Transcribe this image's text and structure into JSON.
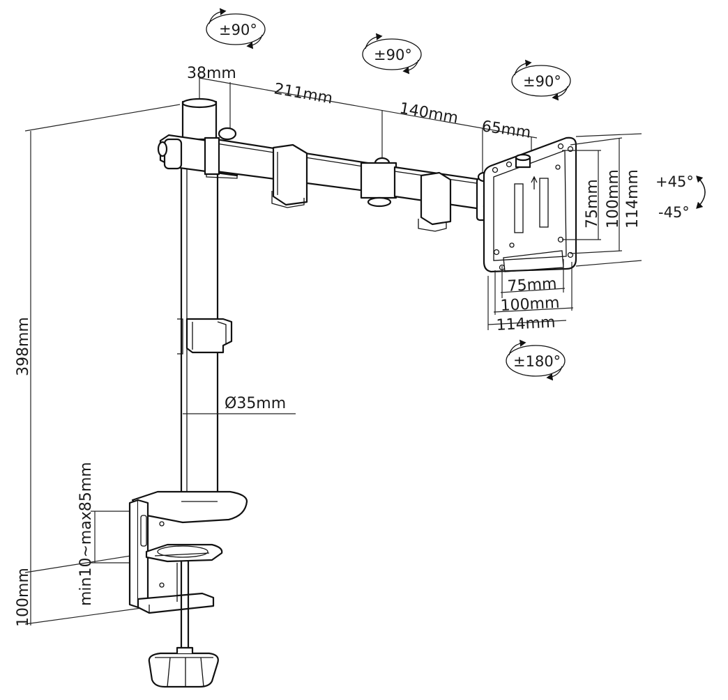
{
  "colors": {
    "line": "#111111",
    "background": "#ffffff"
  },
  "labels": {
    "rot_top_pole": "±90°",
    "rot_arm_joint": "±90°",
    "rot_head": "±90°",
    "rot_plate": "±180°",
    "tilt_up": "+45°",
    "tilt_down": "-45°",
    "dim_pole_top": "38mm",
    "dim_arm1": "211mm",
    "dim_arm2": "140mm",
    "dim_head": "65mm",
    "vesa_v_75": "75mm",
    "vesa_v_100": "100mm",
    "vesa_v_114": "114mm",
    "vesa_h_75": "75mm",
    "vesa_h_100": "100mm",
    "vesa_h_114": "114mm",
    "pole_diameter": "Ø35mm",
    "total_height": "398mm",
    "clamp_height": "100mm",
    "desk_range": "min10~max85mm"
  }
}
